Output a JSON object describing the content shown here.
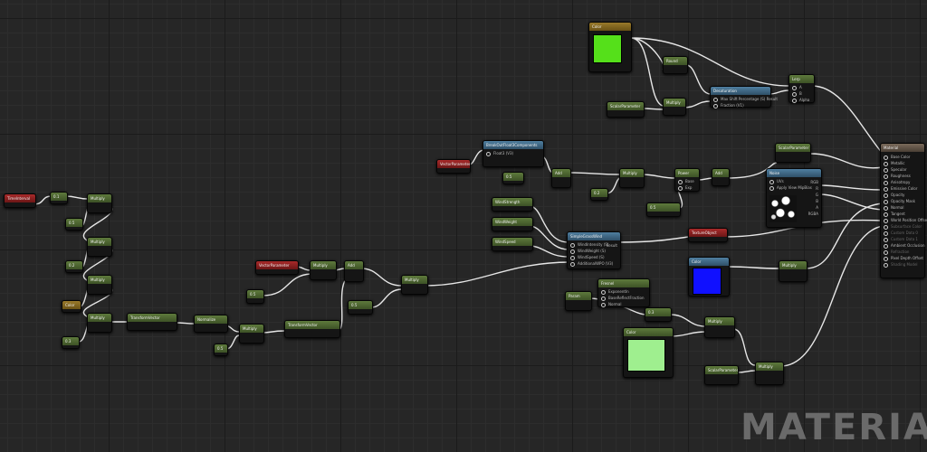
{
  "watermark": "MATERIAL",
  "nodes": {
    "time_input": {
      "title": "TimeInterval"
    },
    "mul_chain_top": {
      "title": "Multiply"
    },
    "mul_chain_2": {
      "title": "Multiply"
    },
    "mul_chain_3": {
      "title": "Multiply"
    },
    "mul_chain_4": {
      "title": "Multiply"
    },
    "const_a": {
      "title": "0.1"
    },
    "const_b": {
      "title": "0.5"
    },
    "const_c": {
      "title": "0.2"
    },
    "const_d": {
      "title": "0.3"
    },
    "color_small": {
      "title": "Color"
    },
    "transform_vector": {
      "title": "TransformVector"
    },
    "normalize": {
      "title": "Normalize"
    },
    "multiply_mid": {
      "title": "Multiply"
    },
    "transform_vector_2": {
      "title": "TransformVector"
    },
    "param_red": {
      "title": "VectorParameter"
    },
    "const_e": {
      "title": "0.5"
    },
    "mul_center": {
      "title": "Multiply"
    },
    "add_center": {
      "title": "Add"
    },
    "const_f": {
      "title": "0.5"
    },
    "mul_center_2": {
      "title": "Multiply"
    },
    "param_red_top": {
      "title": "VectorParameter"
    },
    "blue_node": {
      "title": "BreakOutFloat3Components",
      "pin1": "Float3 (V3)"
    },
    "add_top": {
      "title": "Add"
    },
    "mul_top": {
      "title": "Multiply"
    },
    "power": {
      "title": "Power",
      "pin1": "Base",
      "pin2": "Exp"
    },
    "add_top_2": {
      "title": "Add"
    },
    "const_top": {
      "title": "0.5"
    },
    "swatch_top_green": {
      "title": "Color",
      "swatch": "#55e01a"
    },
    "round_top": {
      "title": "Round"
    },
    "mul_swatch": {
      "title": "Multiply"
    },
    "saturate_top": {
      "title": "ScalarParameter"
    },
    "desaturation": {
      "title": "Desaturation",
      "pin1": "Max Shift Percentage (S) Result",
      "pin2": "Fraction (V1)"
    },
    "lerp": {
      "title": "Lerp",
      "pin1": "A",
      "pin2": "B",
      "pin3": "Alpha"
    },
    "windstrength": {
      "title": "WindStrength"
    },
    "windweight": {
      "title": "WindWeight"
    },
    "windspeed": {
      "title": "WindSpeed"
    },
    "simplegrass": {
      "title": "SimpleGrassWind",
      "pin1": "WindIntensity (S)",
      "pin2": "WindWeight (S)",
      "pin3": "WindSpeed (S)",
      "pin4": "AdditionalWPO (V3)",
      "out": "Result"
    },
    "fresnel": {
      "title": "Fresnel",
      "pin1": "ExponentIn",
      "pin2": "BaseReflectFraction",
      "pin3": "Normal"
    },
    "fresnel_in": {
      "title": "Param"
    },
    "red_right": {
      "title": "TextureObject"
    },
    "blue_swatch": {
      "title": "Color",
      "swatch": "#1010ff"
    },
    "mul_right": {
      "title": "Multiply"
    },
    "texture_sample": {
      "title": "Noise",
      "pin1": "UVs",
      "pin2": "Apply View MipBias",
      "outs": [
        "RGB",
        "R",
        "G",
        "B",
        "A",
        "RGBA"
      ]
    },
    "scalar_right": {
      "title": "ScalarParameter"
    },
    "mul_br": {
      "title": "Multiply"
    },
    "mul_br_2": {
      "title": "Multiply"
    },
    "swatch_bottom_green": {
      "title": "Color",
      "swatch": "#9fef8f"
    },
    "scalar_bottom": {
      "title": "ScalarParameter"
    },
    "result": {
      "title": "Material",
      "pins": [
        "Base Color",
        "Metallic",
        "Specular",
        "Roughness",
        "Anisotropy",
        "Emissive Color",
        "Opacity",
        "Opacity Mask",
        "Normal",
        "Tangent",
        "World Position Offset",
        "Subsurface Color",
        "Custom Data 0",
        "Custom Data 1",
        "Ambient Occlusion",
        "Refraction",
        "Pixel Depth Offset",
        "Shading Model"
      ]
    }
  }
}
